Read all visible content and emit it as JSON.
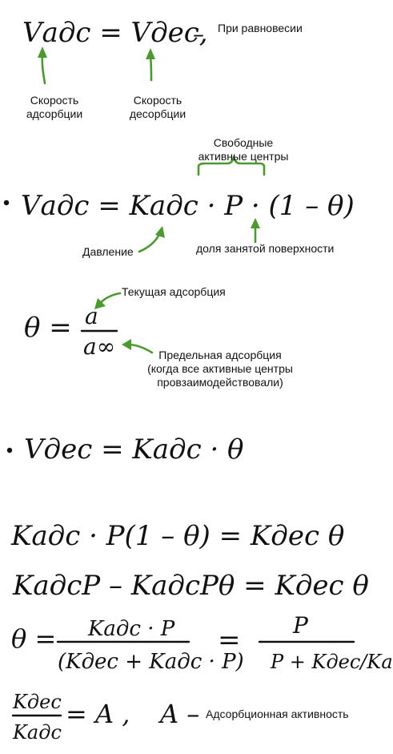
{
  "section1": {
    "equation": "Vадс = Vдес,",
    "dash": "–",
    "note": "При равновесии",
    "label_ads": "Скорость\nадсорбции",
    "label_des": "Скорость\nдесорбции"
  },
  "section2": {
    "equation": "Vадс = Kадс · P · (1 – θ)",
    "label_free_centers": "Свободные\nактивные центры",
    "label_pressure": "Давление",
    "label_surface": "доля занятой поверхности"
  },
  "section3": {
    "equation_lhs": "θ =",
    "numerator": "a",
    "denominator": "a∞",
    "label_current": "Текущая адсорбция",
    "label_limit": "Предельная адсорбция\n(когда все активные центры\nпровзаимодействовали)"
  },
  "section4": {
    "equation": "Vдес = Kадс · θ"
  },
  "derivation": {
    "line1": "Kадс · P(1 – θ) = Kдес θ",
    "line2": "KадсP – KадсPθ = Kдес θ",
    "line3_lhs": "θ =",
    "line3_num": "Kадс · P",
    "line3_den": "(Kдес + Kадс · P)",
    "line3_eq": "=",
    "line3_num2": "P",
    "line3_den2": "P + Kдес/Kадс",
    "line4_num": "Kдес",
    "line4_den": "Kадс",
    "line4_eq": "= A  ,",
    "line4_A": "A –",
    "line4_note": "Адсорбционная активность"
  }
}
